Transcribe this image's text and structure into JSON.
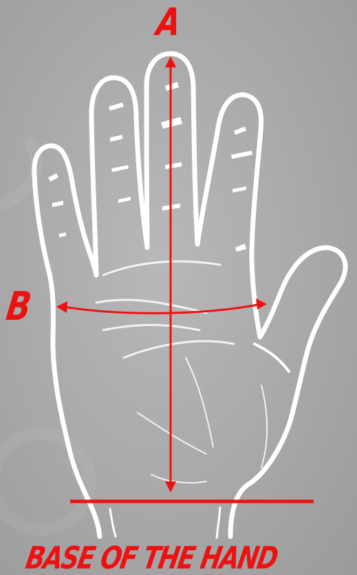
{
  "labels": {
    "a": "A",
    "b": "B",
    "base": "BASE OF THE HAND"
  },
  "colors": {
    "accent": "#ee1111",
    "outline": "#ffffff",
    "background": "#ababab"
  }
}
